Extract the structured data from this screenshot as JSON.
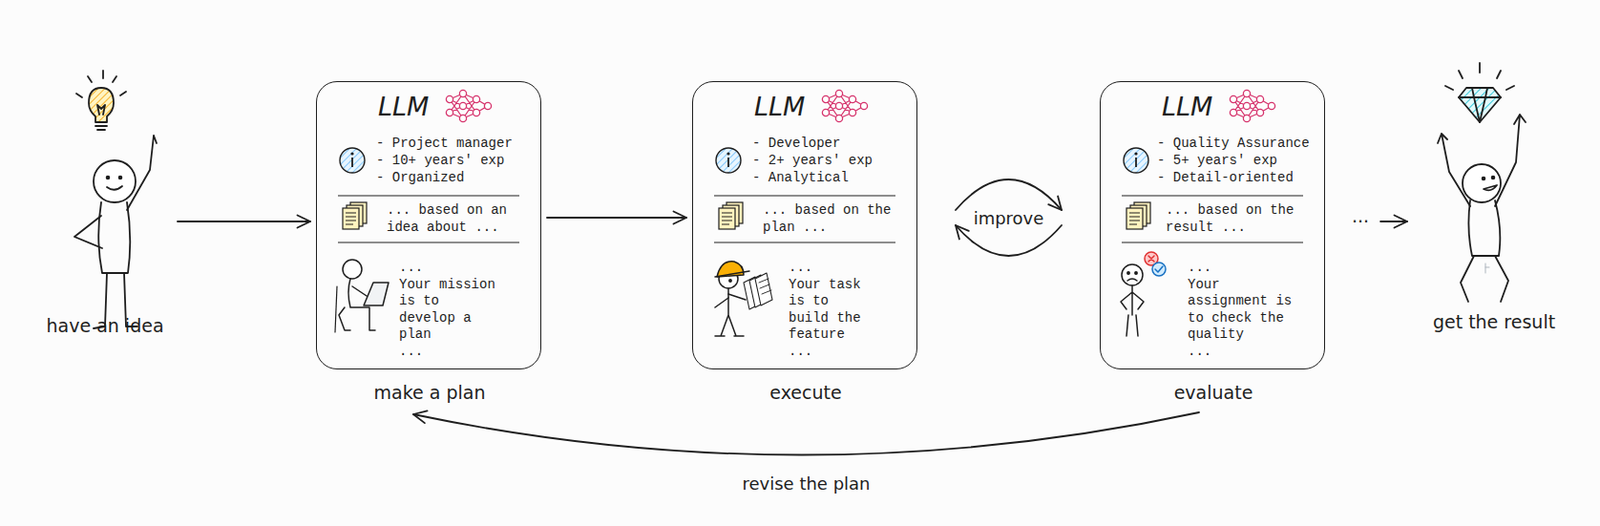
{
  "diagram": {
    "nodes": [
      {
        "text": [
          "have an idea"
        ]
      },
      {
        "text": [
          "LLM",
          "- Project manager",
          "- 10+ years' exp",
          "- Organized",
          "... based on an idea about ...",
          "...",
          "Your mission is to develop a plan",
          "...",
          "make a plan"
        ]
      },
      {
        "text": [
          "LLM",
          "- Developer",
          "- 2+ years' exp",
          "- Analytical",
          "... based on the plan ...",
          "...",
          "Your task is to build the feature",
          "...",
          "execute"
        ]
      },
      {
        "text": [
          "LLM",
          "- Quality Assurance",
          "- 5+ years' exp",
          "- Detail-oriented",
          "... based on the result ...",
          "...",
          "Your assignment is to check the quality",
          "...",
          "evaluate"
        ]
      },
      {
        "text": [
          "get the result"
        ]
      }
    ],
    "edges": [
      {
        "from": 0,
        "to": 1,
        "arrow": "to"
      },
      {
        "from": 1,
        "to": 2,
        "arrow": "to"
      },
      {
        "from": 2,
        "to": 3,
        "label": "improve",
        "arrow": "both"
      },
      {
        "from": 3,
        "to": 1,
        "label": "revise the plan",
        "arrow": "to"
      },
      {
        "from": 3,
        "to": 4,
        "arrow": "to"
      }
    ],
    "labels": [
      "..."
    ]
  }
}
